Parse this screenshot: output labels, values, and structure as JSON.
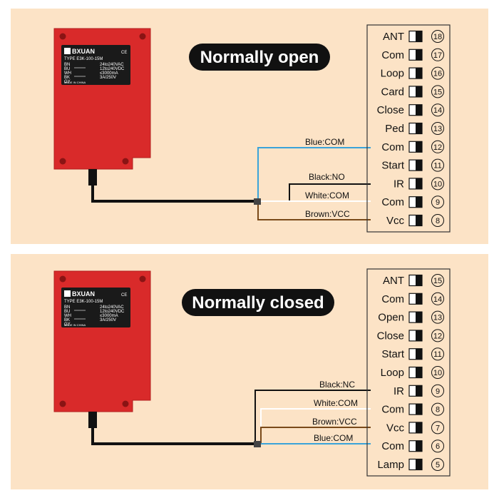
{
  "colors": {
    "panel_bg": "#fce3c6",
    "device_red": "#d92a2a",
    "label_plate": "#1a1a1a",
    "wire_blue": "#3aa3d9",
    "wire_black": "#111111",
    "wire_white": "#ffffff",
    "wire_brown": "#7a4a1a",
    "badge_bg": "#111111"
  },
  "panels": [
    {
      "title": "Normally open",
      "device": {
        "brand": "BXUAN",
        "type_line": "TYPE  E3K-100-15M",
        "ce_mark": "CE",
        "made_in": "MADE IN CHINA",
        "spec_lines": [
          "24to240VAC",
          "12to240VDC",
          "≤3000mA",
          "3A/250V"
        ],
        "pin_codes": [
          "BN",
          "BU",
          "WH",
          "BK",
          "GY"
        ]
      },
      "terminals": [
        {
          "label": "ANT",
          "number": "18"
        },
        {
          "label": "Com",
          "number": "17"
        },
        {
          "label": "Loop",
          "number": "16"
        },
        {
          "label": "Card",
          "number": "15"
        },
        {
          "label": "Close",
          "number": "14"
        },
        {
          "label": "Ped",
          "number": "13"
        },
        {
          "label": "Com",
          "number": "12"
        },
        {
          "label": "Start",
          "number": "11"
        },
        {
          "label": "IR",
          "number": "10"
        },
        {
          "label": "Com",
          "number": "9"
        },
        {
          "label": "Vcc",
          "number": "8"
        }
      ],
      "wires": [
        {
          "label": "Blue:COM",
          "color": "blue",
          "terminal_index": 6
        },
        {
          "label": "Black:NO",
          "color": "black",
          "terminal_index": 8
        },
        {
          "label": "White:COM",
          "color": "white",
          "terminal_index": 9
        },
        {
          "label": "Brown:VCC",
          "color": "brown",
          "terminal_index": 10
        }
      ]
    },
    {
      "title": "Normally closed",
      "device": {
        "brand": "BXUAN",
        "type_line": "TYPE  E3K-100-15M",
        "ce_mark": "CE",
        "made_in": "MADE IN CHINA",
        "spec_lines": [
          "24to240VAC",
          "12to240VDC",
          "≤3000mA",
          "3A/250V"
        ],
        "pin_codes": [
          "BN",
          "BU",
          "WH",
          "BK",
          "GY"
        ]
      },
      "terminals": [
        {
          "label": "ANT",
          "number": "15"
        },
        {
          "label": "Com",
          "number": "14"
        },
        {
          "label": "Open",
          "number": "13"
        },
        {
          "label": "Close",
          "number": "12"
        },
        {
          "label": "Start",
          "number": "11"
        },
        {
          "label": "Loop",
          "number": "10"
        },
        {
          "label": "IR",
          "number": "9"
        },
        {
          "label": "Com",
          "number": "8"
        },
        {
          "label": "Vcc",
          "number": "7"
        },
        {
          "label": "Com",
          "number": "6"
        },
        {
          "label": "Lamp",
          "number": "5"
        }
      ],
      "wires": [
        {
          "label": "Black:NC",
          "color": "black",
          "terminal_index": 6
        },
        {
          "label": "White:COM",
          "color": "white",
          "terminal_index": 7
        },
        {
          "label": "Brown:VCC",
          "color": "brown",
          "terminal_index": 8
        },
        {
          "label": "Blue:COM",
          "color": "blue",
          "terminal_index": 9
        }
      ]
    }
  ]
}
